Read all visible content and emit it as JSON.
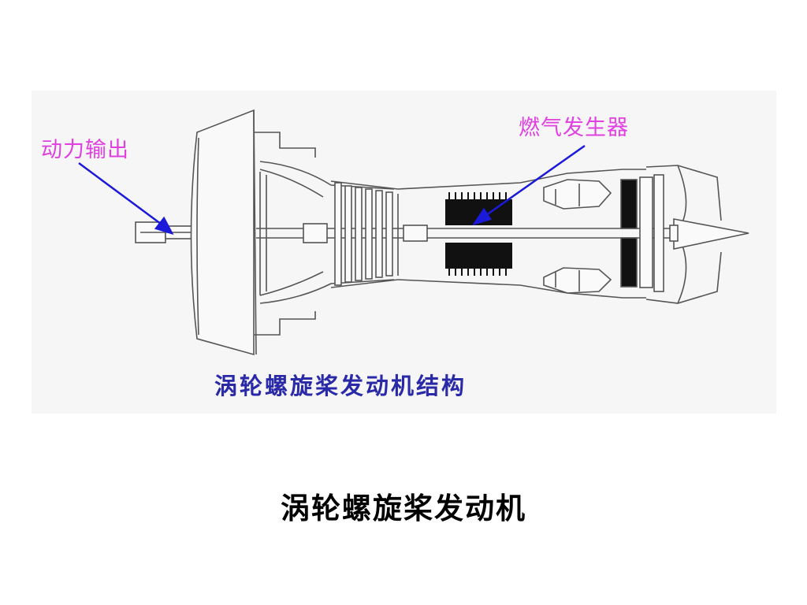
{
  "diagram": {
    "labels": {
      "power_output": "动力输出",
      "gas_generator": "燃气发生器"
    },
    "figure_caption": "涡轮螺旋桨发动机结构",
    "colors": {
      "label": "#e040e0",
      "arrow": "#1a1ad8",
      "caption": "#2a2aa8",
      "outline": "#555555"
    }
  },
  "slide": {
    "title": "涡轮螺旋桨发动机"
  }
}
